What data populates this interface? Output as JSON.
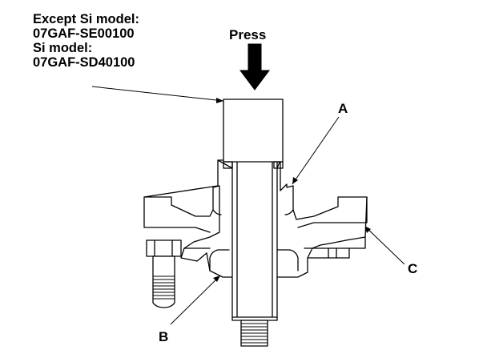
{
  "tool_text": {
    "line1": "Except Si model:",
    "line2": "07GAF-SE00100",
    "line3": "Si model:",
    "line4": "07GAF-SD40100"
  },
  "press_label": "Press",
  "callouts": {
    "a": "A",
    "b": "B",
    "c": "C"
  }
}
